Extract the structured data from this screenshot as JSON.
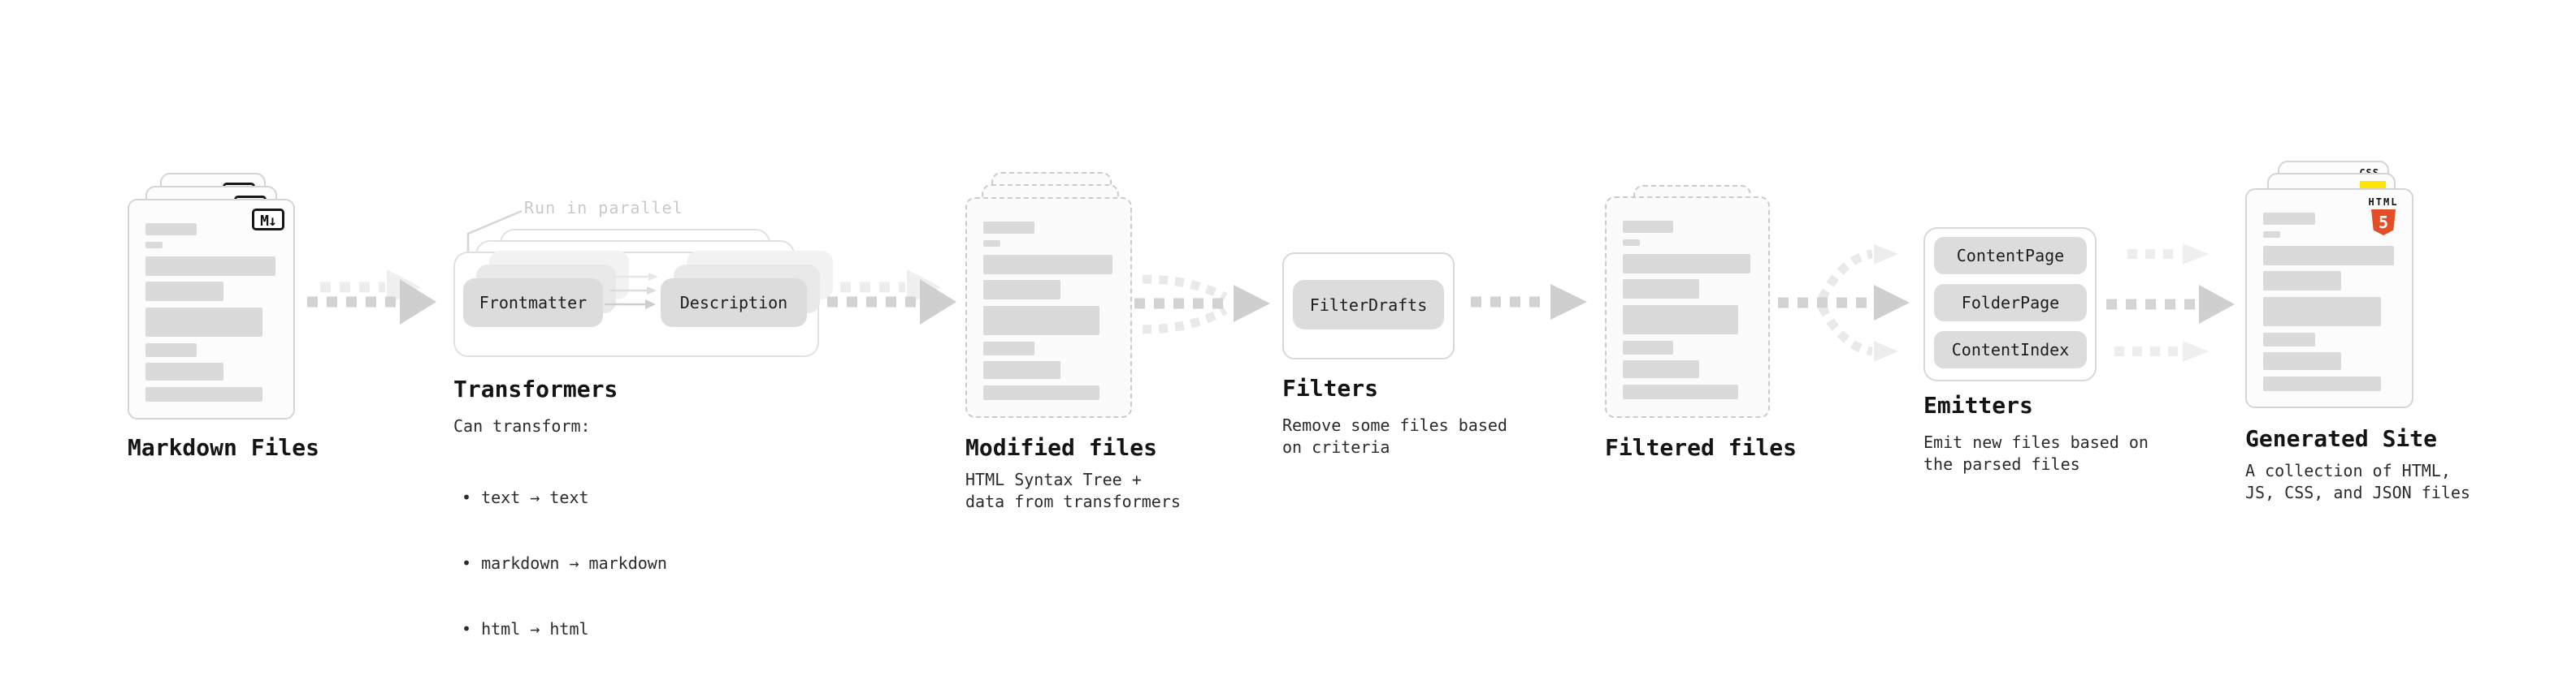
{
  "stages": {
    "markdown": {
      "title": "Markdown Files",
      "badge": "M↓"
    },
    "transformers": {
      "title": "Transformers",
      "annotation": "Run in parallel",
      "pills": [
        "Frontmatter",
        "Description"
      ],
      "subtitle": "Can transform:",
      "bullets": [
        "• text → text",
        "• markdown → markdown",
        "• html → html"
      ]
    },
    "modified": {
      "title": "Modified files",
      "subtitle": "HTML Syntax Tree +\ndata from transformers"
    },
    "filters": {
      "title": "Filters",
      "pill": "FilterDrafts",
      "subtitle": "Remove some files based\non criteria"
    },
    "filtered": {
      "title": "Filtered files"
    },
    "emitters": {
      "title": "Emitters",
      "pills": [
        "ContentPage",
        "FolderPage",
        "ContentIndex"
      ],
      "subtitle": "Emit new files based on\nthe parsed files"
    },
    "generated": {
      "title": "Generated Site",
      "subtitle": "A collection of HTML,\nJS, CSS, and JSON files",
      "badges": {
        "css": "CSS",
        "html_word": "HTML",
        "html_five": "5"
      }
    }
  },
  "colors": {
    "html5_orange": "#e44d26",
    "js_yellow": "#ffe400",
    "css_blue": "#2962e9",
    "arrow_gray": "#d2d2d2",
    "arrow_ghost_gray": "#ededed",
    "pill_gray": "#dcdcdc",
    "annotation_gray": "#c9c9c9"
  }
}
